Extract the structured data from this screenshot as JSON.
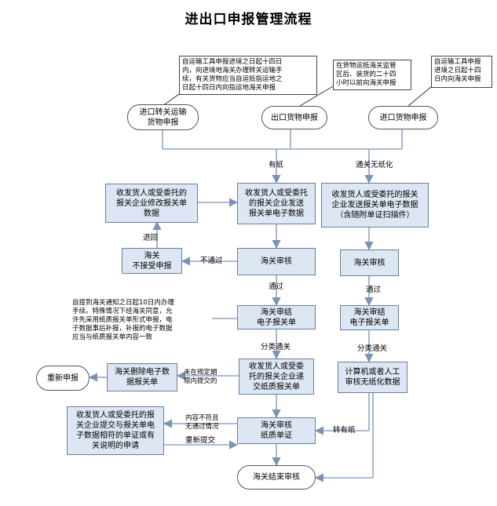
{
  "title": "进出口申报管理流程",
  "nodes": {
    "transit_declare": "进口转关运输\n货物申报",
    "export_declare": "出口货物申报",
    "import_declare": "进口货物申报",
    "modify_data": "收发货人或受委托的\n报关企业修改报关单\n数据",
    "send_data_paper": "收发货人或受委托\n的报关企业发送\n报关单电子数据",
    "send_data_paperless": "收发货人或受委托的报关\n企业发送报关单电子数据\n（含随附单证扫描件）",
    "reject": "海关\n不接受申报",
    "customs_review_1": "海关审核",
    "customs_review_2": "海关审核",
    "conclude_1": "海关审结\n电子报关单",
    "conclude_2": "海关审结\n电子报关单",
    "redeclare": "重新申报",
    "delete_data": "海关删除电子数\n据报关单",
    "submit_paper": "收发货人或受委\n托的报关企业递\n交纸质报关单",
    "computer_review": "计算机或者人工\n审核无纸化数据",
    "submit_docs": "收发货人或受委托的报\n关企业提交与报关单电\n子数据相符的单证或有\n关说明的申请",
    "paper_review": "海关审核\n纸质单证",
    "end": "海关结束审核"
  },
  "notes": {
    "transit": "自运输工具申报进境之日起十四日\n内，向进境地海关办理转关运输手\n续，有关货物应当自运抵指运地之\n日起十四日内向指运地海关申报",
    "export": "在货物运抵海关监管\n区后、装货的二十四\n小时以前向海关申报",
    "import": "自运输工具申报\n进境之日起十四\n日内向海关申报",
    "deadline": "自接到海关通知之日起10日内办理\n手续。特殊情况下经海关同意，允\n许先采用纸质报关单形式申报，电\n子数据事后补报，补报的电子数据\n应当与纸质报关单内容一致"
  },
  "labels": {
    "paper": "有纸",
    "paperless": "通关无纸化",
    "return": "退回",
    "not_pass": "不通过",
    "pass_1": "通过",
    "pass_2": "通过",
    "classify_1": "分类通关",
    "classify_2": "分类通关",
    "overdue": "未在规定期\n限内提交的",
    "mismatch": "内容不符且\n无通过情况",
    "resubmit": "重新提交",
    "to_paper": "转有纸"
  },
  "colors": {
    "box_fill": "#dde6f3",
    "box_border": "#6d7f99",
    "line": "#8fa6c8",
    "pill_border": "#555555"
  }
}
